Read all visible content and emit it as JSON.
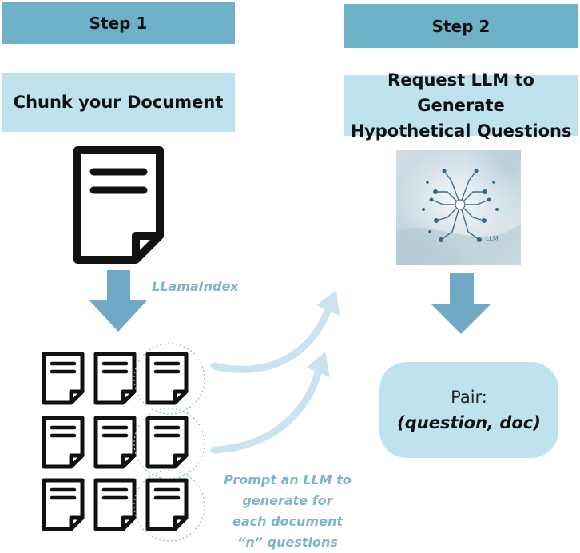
{
  "steps": [
    {
      "header": "Step 1",
      "title": "Chunk your Document"
    },
    {
      "header": "Step 2",
      "title_line1": "Request LLM to Generate",
      "title_line2": "Hypothetical Questions"
    }
  ],
  "arrow_labels": {
    "llamaindex": "LLamaIndex",
    "prompt_lines": [
      "Prompt an LLM to",
      "generate for",
      "each document",
      "“n” questions"
    ]
  },
  "image_caption": "LLM",
  "pair": {
    "label": "Pair:",
    "value": "(question, doc)"
  },
  "colors": {
    "header": "#6fb0c9",
    "title_box": "#bfe3ee",
    "arrow": "#6fa9c6",
    "curved_arrow": "#c9e4ee",
    "label_text": "#7fb5cb"
  },
  "icons": {
    "document": "document-icon",
    "chunk": "document-chunk-icon",
    "neural_image": "neural-network-image"
  }
}
